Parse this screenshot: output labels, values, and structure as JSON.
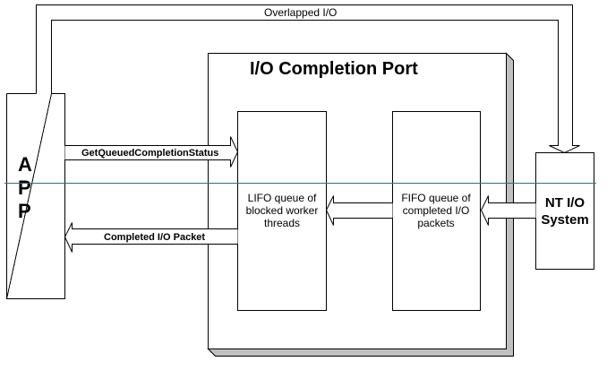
{
  "diagram": {
    "app": {
      "letters": [
        "A",
        "P",
        "P"
      ]
    },
    "completion_port": {
      "title": "I/O Completion Port"
    },
    "lifo_queue": {
      "lines": [
        "LIFO queue of",
        "blocked worker",
        "threads"
      ]
    },
    "fifo_queue": {
      "lines": [
        "FIFO queue of",
        "completed I/O",
        "packets"
      ]
    },
    "nt_io_system": {
      "lines": [
        "NT I/O",
        "System"
      ]
    },
    "arrows": {
      "overlapped_io": "Overlapped I/O",
      "get_queued": "GetQueuedCompletionStatus",
      "completed_packet": "Completed I/O Packet"
    },
    "colors": {
      "guide_line": "#0a7f8a",
      "shadow": "#c0c0c0"
    }
  }
}
